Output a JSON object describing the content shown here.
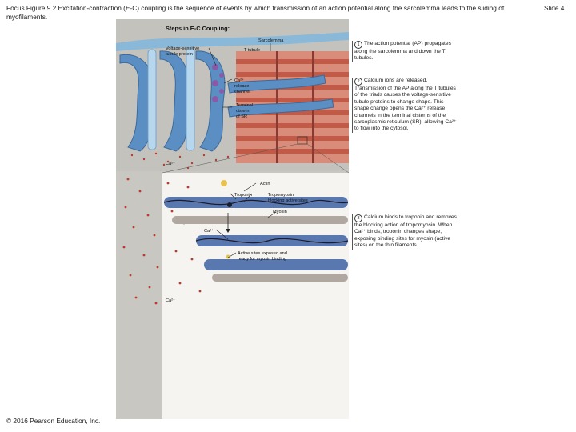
{
  "header": {
    "title": "Focus Figure 9.2 Excitation-contraction (E-C) coupling is the sequence of events by which transmission of an action potential along the sarcolemma leads to the sliding of myofilaments.",
    "slide_number": "Slide 4"
  },
  "figure": {
    "heading": "Steps in E-C Coupling:",
    "labels": {
      "sarcolemma": "Sarcolemma",
      "voltage_sensitive_1": "Voltage-sensitive",
      "voltage_sensitive_2": "tubule protein",
      "t_tubule": "T tubule",
      "ca_release_1": "Ca²⁺",
      "ca_release_2": "release",
      "ca_release_3": "channel",
      "terminal_1": "Terminal",
      "terminal_2": "cistern",
      "terminal_3": "of SR",
      "ca_ion_top": "Ca²⁺",
      "actin": "Actin",
      "troponin": "Troponin",
      "tropomyosin_1": "Tropomyosin",
      "tropomyosin_2": "blocking active sites",
      "myosin": "Myosin",
      "ca_ion_mid": "Ca²⁺",
      "active_sites_1": "Active sites exposed and",
      "active_sites_2": "ready for myosin binding",
      "ca_ion_low": "Ca²⁺"
    }
  },
  "steps": [
    {
      "number": "1",
      "text": "The action potential (AP) propagates along the sarcolemma and down the T tubules."
    },
    {
      "number": "2",
      "text": "Calcium ions are released. Transmission of the AP along the T tubules of the triads causes the voltage-sensitive tubule proteins to change shape. This shape change opens the Ca²⁺ release channels in the terminal cisterns of the sarcoplasmic reticulum (SR), allowing Ca²⁺ to flow into the cytosol."
    },
    {
      "number": "3",
      "text": "Calcium binds to troponin and removes the blocking action of tropomyosin. When Ca²⁺ binds, troponin changes shape, exposing binding sites for myosin (active sites) on the thin filaments."
    }
  ],
  "footer": {
    "copyright": "© 2016 Pearson Education, Inc."
  }
}
